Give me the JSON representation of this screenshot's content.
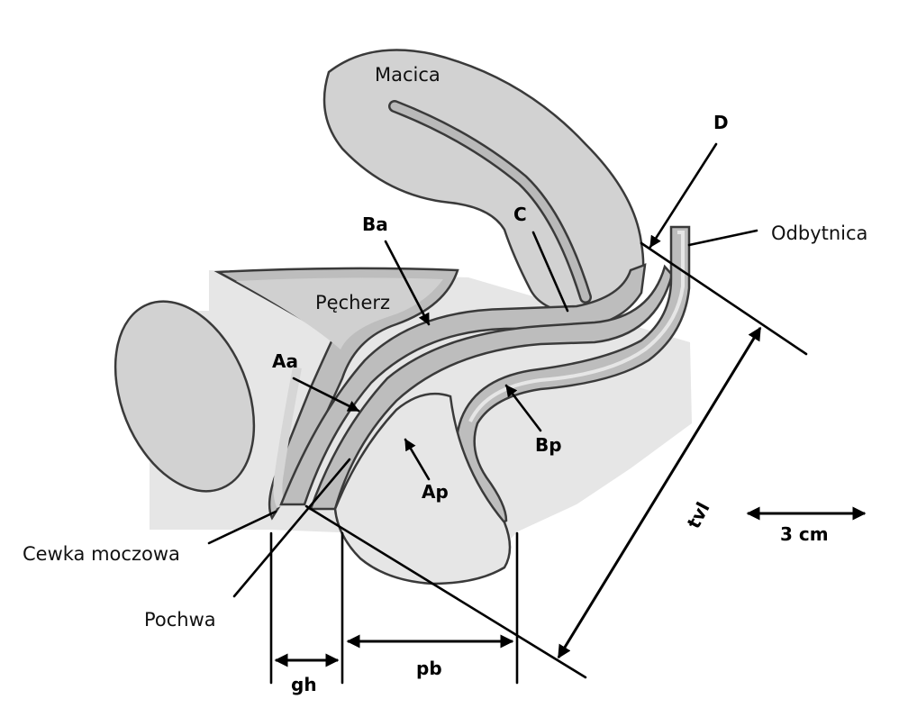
{
  "labels": {
    "uterus": "Macica",
    "bladder": "Pęcherz",
    "rectum": "Odbytnica",
    "urethra": "Cewka moczowa",
    "vagina": "Pochwa"
  },
  "points": {
    "aa": "Aa",
    "ba": "Ba",
    "c": "C",
    "d": "D",
    "ap": "Ap",
    "bp": "Bp"
  },
  "measurements": {
    "gh": "gh",
    "pb": "pb",
    "tvl": "tvl"
  },
  "scale": {
    "label": "3 cm"
  },
  "colors": {
    "background": "#ffffff",
    "soft_tissue_light": "#e6e6e6",
    "organ_mid": "#d2d2d2",
    "organ_dark": "#b9b9b9",
    "outline": "#3a3a3a",
    "annotation": "#000000"
  }
}
